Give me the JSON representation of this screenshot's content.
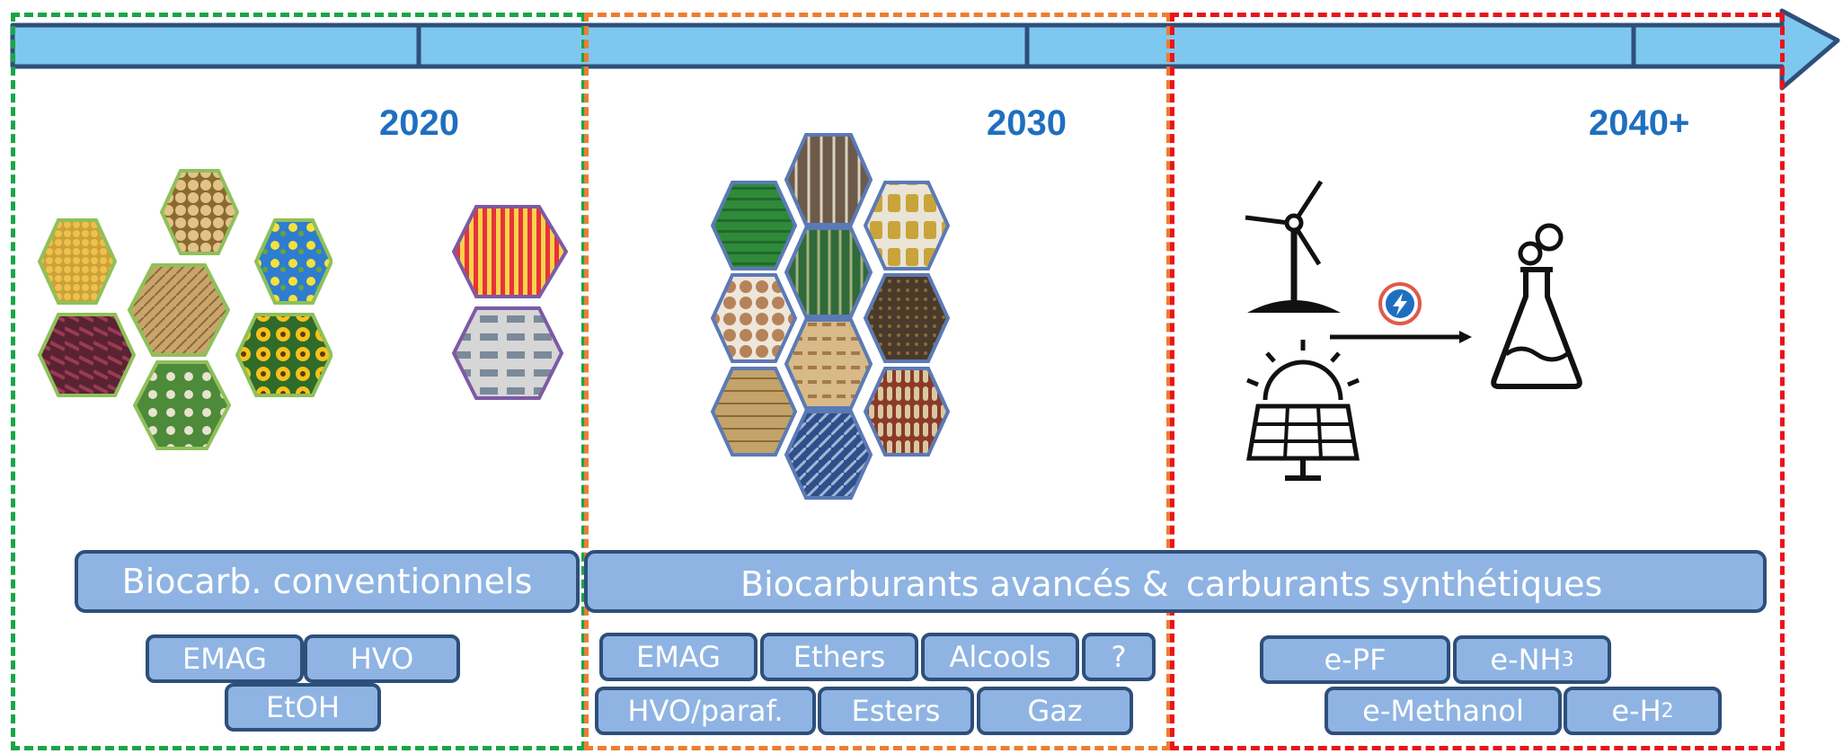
{
  "timeline": {
    "years": [
      "2020",
      "2030",
      "2040+"
    ]
  },
  "bands": {
    "conventional": "Biocarb. conventionnels",
    "advanced_left": "Biocarburants avancés &",
    "advanced_right": "carburants synthétiques"
  },
  "fuels_2020": {
    "emag": "EMAG",
    "hvo": "HVO",
    "etoh": "EtOH"
  },
  "fuels_2030": {
    "emag": "EMAG",
    "ethers": "Ethers",
    "alcools": "Alcools",
    "question": "?",
    "hvo_paraf": "HVO/paraf.",
    "esters": "Esters",
    "gaz": "Gaz"
  },
  "fuels_2040": {
    "epf": "e-PF",
    "enh3_base": "e-NH",
    "enh3_sub": "3",
    "emethanol": "e-Methanol",
    "eh2_base": "e-H",
    "eh2_sub": "2"
  },
  "colors": {
    "frame_2020": "#1aa548",
    "frame_2030": "#ed7d31",
    "frame_2040": "#e8141c",
    "arrow_fill": "#7ec8ef",
    "arrow_stroke": "#2e4f7a",
    "band_fill": "#8fb4e3",
    "year_text": "#1f6fbf"
  },
  "icons": [
    "corn-icon",
    "soybean-icon",
    "rapeseed-icon",
    "wheat-icon",
    "sugarcane-icon",
    "sunflower-icon",
    "sugarbeet-icon",
    "fries-icon",
    "car-icon",
    "bin-icon",
    "wood-icon",
    "oil-bottle-icon",
    "nut-shell-icon",
    "bamboo-icon",
    "biomass-icon",
    "straw-icon",
    "chips-icon",
    "corncob-icon",
    "algae-icon",
    "wind-turbine-icon",
    "solar-panel-icon",
    "lightning-icon",
    "flask-icon"
  ]
}
